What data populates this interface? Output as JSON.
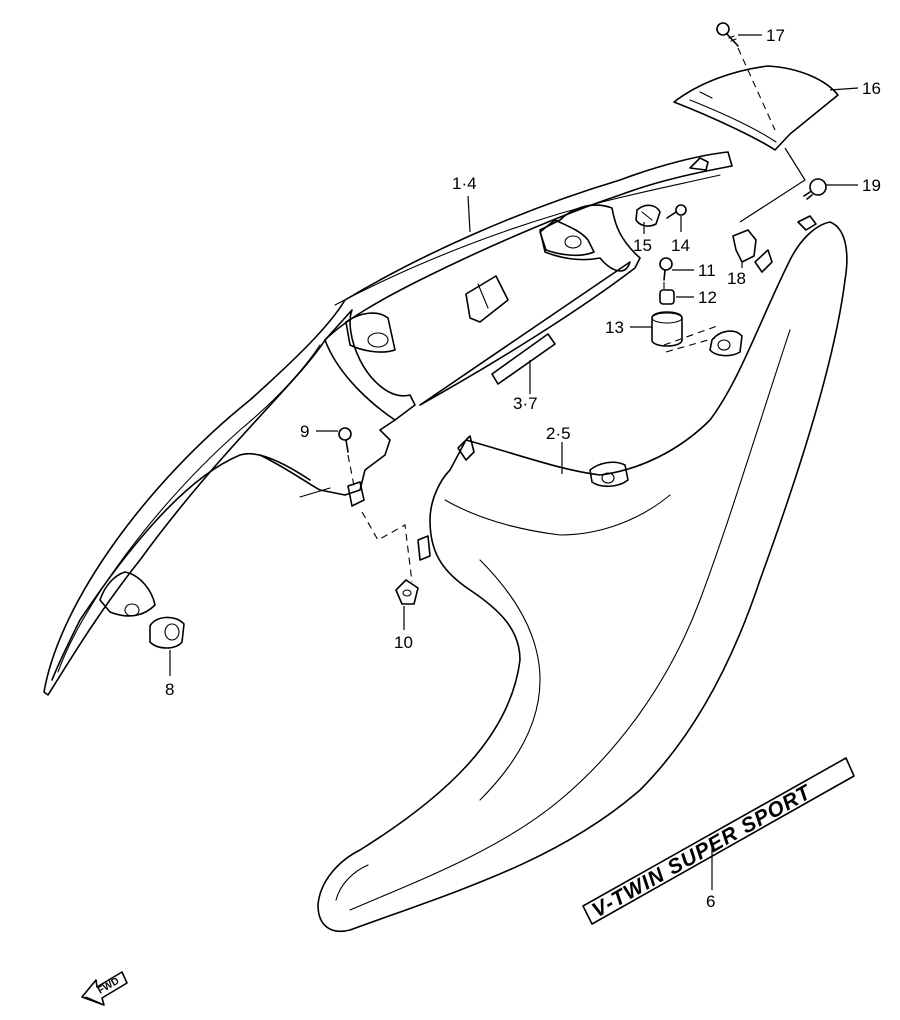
{
  "callouts": {
    "c17": "17",
    "c16": "16",
    "c19": "19",
    "c1_4": "1·4",
    "c15": "15",
    "c14": "14",
    "c18": "18",
    "c11": "11",
    "c12": "12",
    "c13": "13",
    "c3_7": "3·7",
    "c2_5": "2·5",
    "c9": "9",
    "c10": "10",
    "c8": "8",
    "c6": "6"
  },
  "decal_text": "V-TWIN SUPER SPORT",
  "fwd_label": "FWD"
}
